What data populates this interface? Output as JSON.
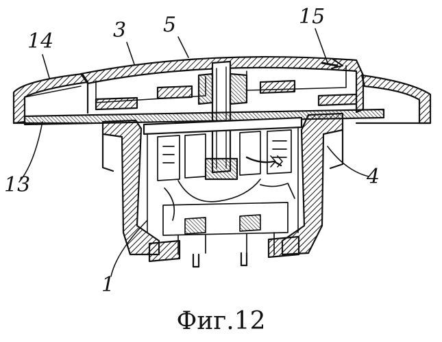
{
  "figure": {
    "caption": "Фиг.12",
    "reference_numerals": {
      "r14": "14",
      "r3": "3",
      "r5": "5",
      "r15": "15",
      "r13": "13",
      "r4": "4",
      "r1": "1"
    }
  },
  "colors": {
    "ink": "#111111",
    "background": "#ffffff"
  }
}
